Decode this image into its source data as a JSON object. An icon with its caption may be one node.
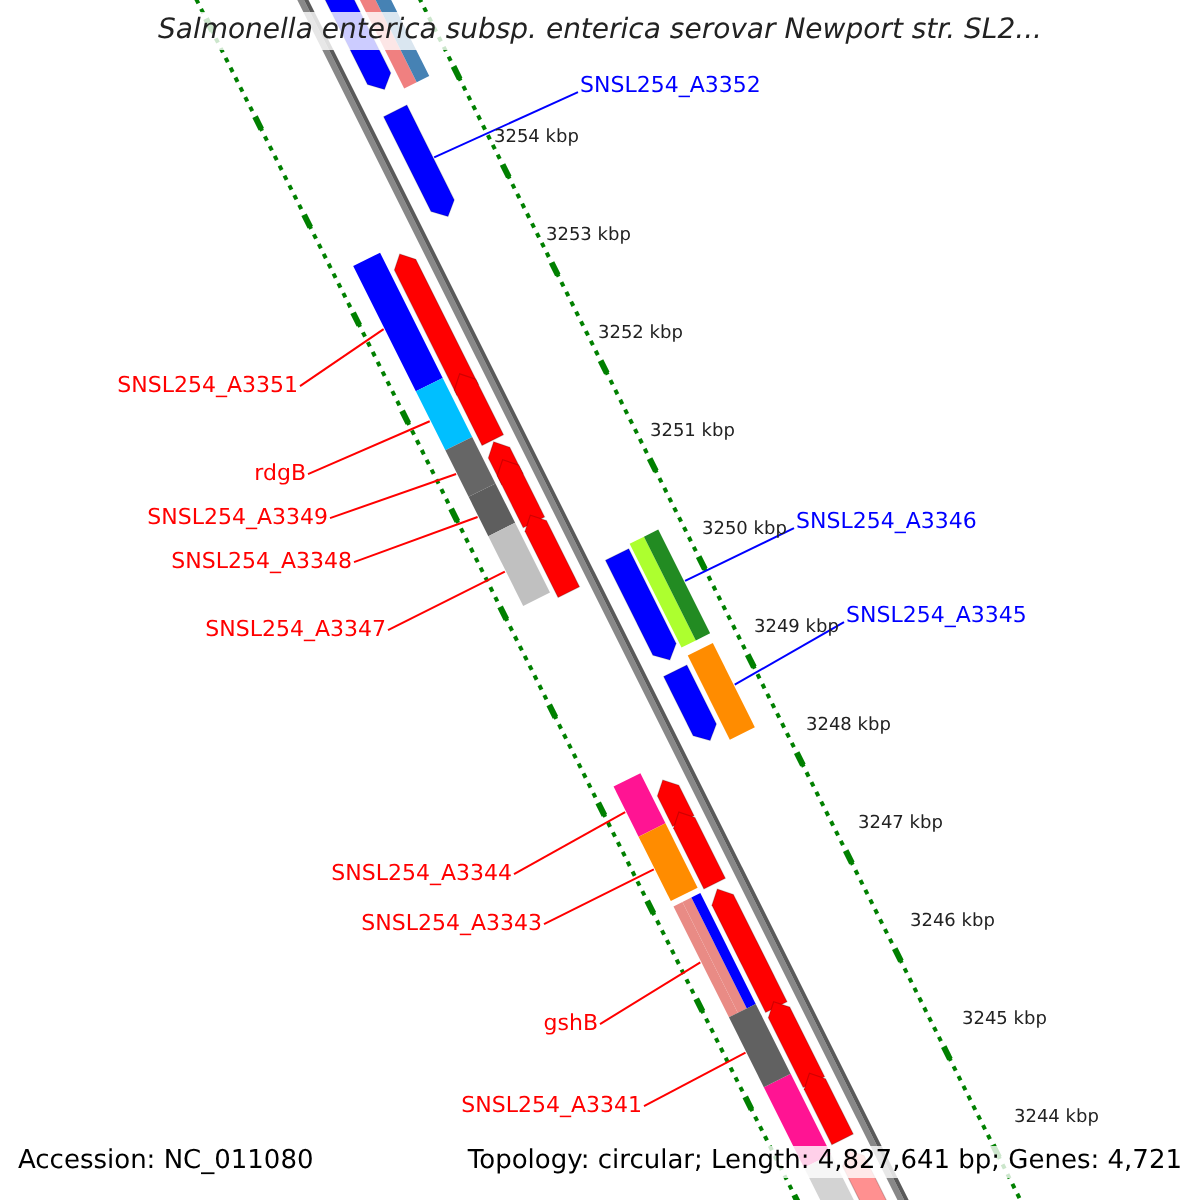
{
  "diagram": {
    "title": "Salmonella enterica subsp. enterica serovar Newport str. SL2...",
    "nodes": [
      {
        "text": [
          "SNSL254_A3352"
        ]
      },
      {
        "text": [
          "SNSL254_A3351"
        ]
      },
      {
        "text": [
          "rdgB"
        ]
      },
      {
        "text": [
          "SNSL254_A3349"
        ]
      },
      {
        "text": [
          "SNSL254_A3348"
        ]
      },
      {
        "text": [
          "SNSL254_A3347"
        ]
      },
      {
        "text": [
          "SNSL254_A3346"
        ]
      },
      {
        "text": [
          "SNSL254_A3345"
        ]
      },
      {
        "text": [
          "SNSL254_A3344"
        ]
      },
      {
        "text": [
          "SNSL254_A3343"
        ]
      },
      {
        "text": [
          "gshB"
        ]
      },
      {
        "text": [
          "SNSL254_A3341"
        ]
      },
      {
        "text": [],
        "shape": "arrow"
      },
      {
        "text": [],
        "shape": "box"
      },
      {
        "text": [],
        "shape": "box"
      },
      {
        "text": [],
        "shape": "box"
      },
      {
        "text": [],
        "shape": "box"
      },
      {
        "text": [],
        "shape": "box"
      },
      {
        "text": [],
        "shape": "box"
      },
      {
        "text": [],
        "shape": "box"
      },
      {
        "text": [],
        "shape": "box"
      },
      {
        "text": [],
        "shape": "box"
      },
      {
        "text": [],
        "shape": "box"
      },
      {
        "text": [],
        "shape": "box"
      }
    ],
    "edges": [
      {
        "from": 0,
        "to": 12,
        "arrow": "none",
        "color": "#0000ff"
      },
      {
        "from": 1,
        "to": 13,
        "arrow": "none"
      },
      {
        "from": 2,
        "to": 14,
        "arrow": "none"
      },
      {
        "from": 3,
        "to": 15,
        "arrow": "none"
      },
      {
        "from": 4,
        "to": 16,
        "arrow": "none"
      },
      {
        "from": 5,
        "to": 17,
        "arrow": "none"
      },
      {
        "from": 6,
        "to": 18,
        "arrow": "none",
        "color": "#0000ff"
      },
      {
        "from": 7,
        "to": 19,
        "arrow": "none",
        "color": "#0000ff"
      },
      {
        "from": 8,
        "to": 20,
        "arrow": "none"
      },
      {
        "from": 9,
        "to": 21,
        "arrow": "none"
      },
      {
        "from": 10,
        "to": 22,
        "arrow": "none"
      },
      {
        "from": 11,
        "to": 23,
        "arrow": "none"
      }
    ],
    "labels": [
      "3254 kbp",
      "3253 kbp",
      "3252 kbp",
      "3251 kbp",
      "3250 kbp",
      "3249 kbp",
      "3248 kbp",
      "3247 kbp",
      "3246 kbp",
      "3245 kbp",
      "3244 kbp",
      "Accession: NC_011080",
      "Topology: circular; Length: 4,827,641 bp; Genes: 4,721"
    ]
  }
}
